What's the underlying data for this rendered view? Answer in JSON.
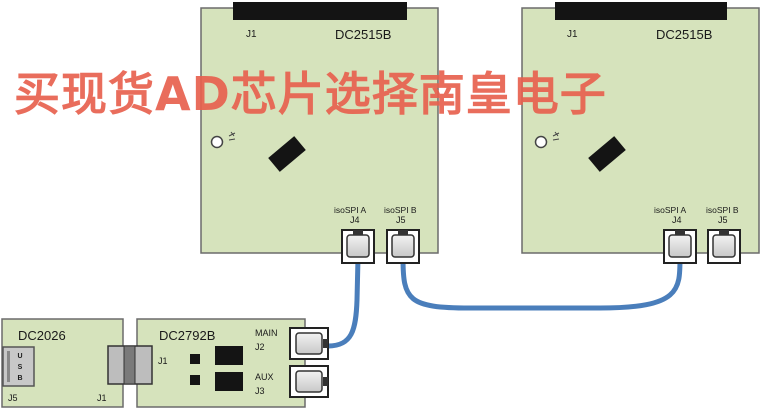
{
  "board_left": {
    "name": "DC2515B",
    "conn_top": "J1",
    "port_a": "isoSPI A",
    "port_a_ref": "J4",
    "port_b": "isoSPI B",
    "port_b_ref": "J5"
  },
  "board_right": {
    "name": "DC2515B",
    "conn_top": "J1",
    "port_a": "isoSPI A",
    "port_a_ref": "J4",
    "port_b": "isoSPI B",
    "port_b_ref": "J5"
  },
  "board_usb": {
    "name": "DC2026",
    "usb_letters": [
      "U",
      "S",
      "B"
    ],
    "ref_left": "J5",
    "ref_right": "J1"
  },
  "board_iface": {
    "name": "DC2792B",
    "ref_j1": "J1",
    "main": "MAIN",
    "main_ref": "J2",
    "aux": "AUX",
    "aux_ref": "J3"
  },
  "watermark": "买现货AD芯片选择南皇电子",
  "colors": {
    "board_fill": "#d6e3bc",
    "board_stroke": "#6b6b6b",
    "cable": "#4a7ebb",
    "watermark": "#e8614f"
  }
}
